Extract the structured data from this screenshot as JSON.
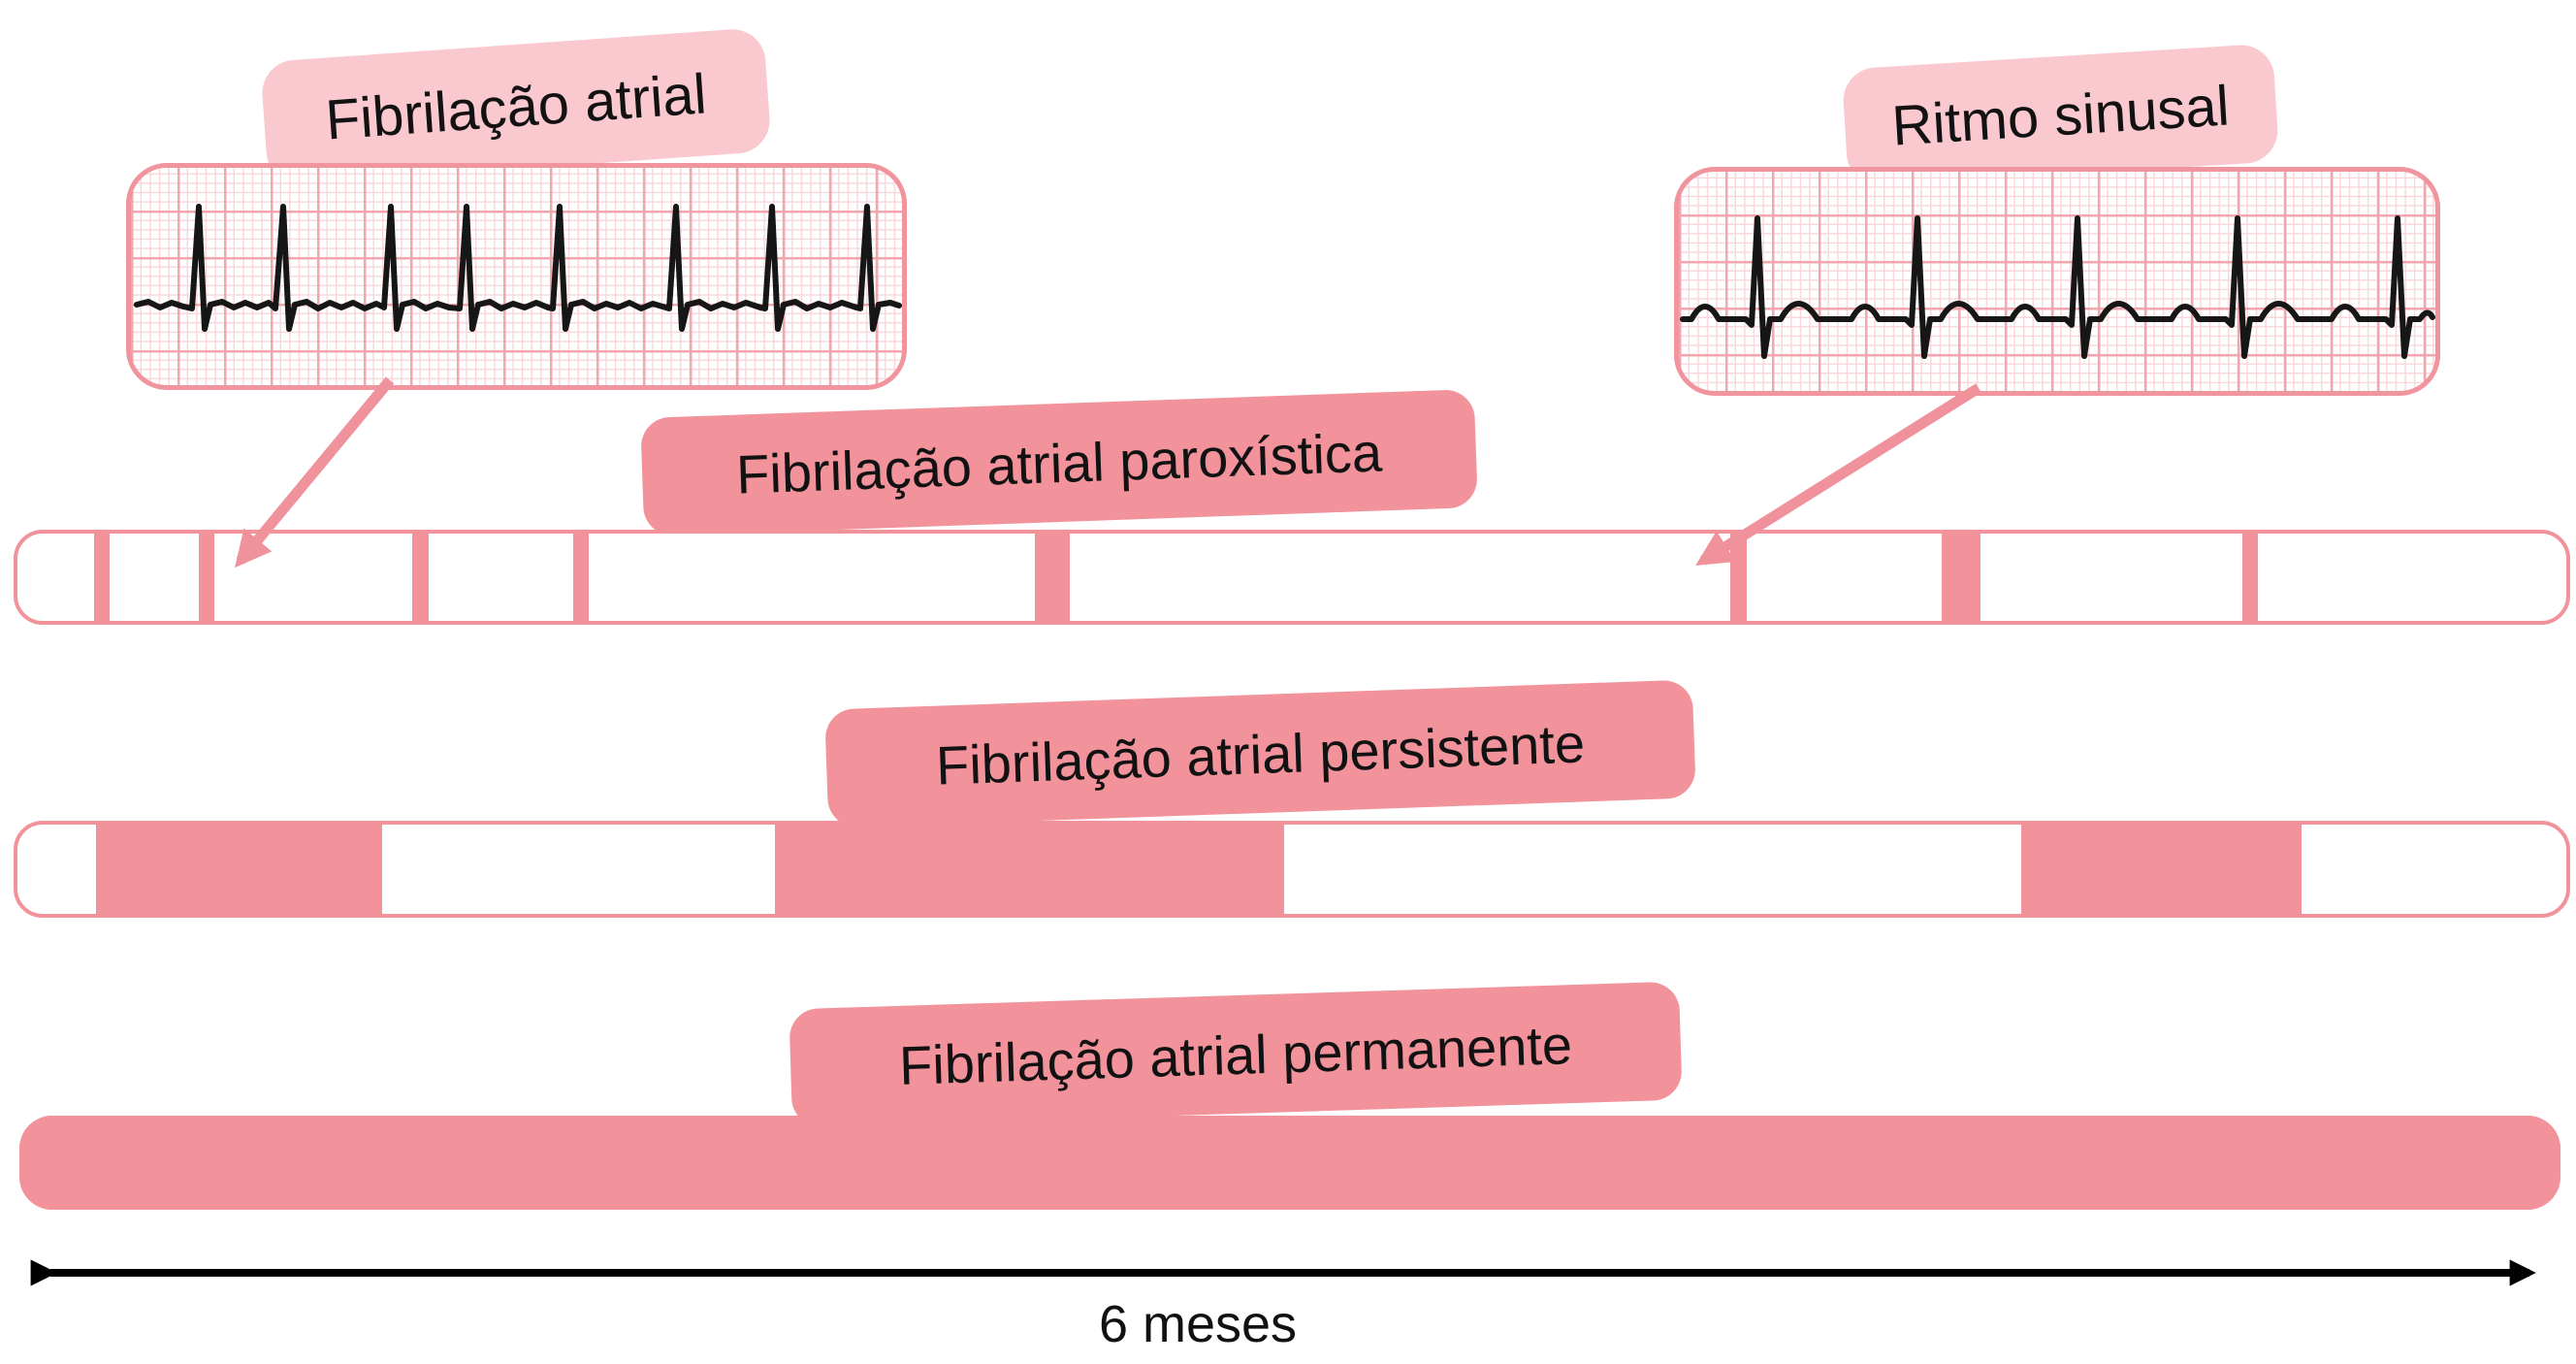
{
  "diagram_title_implied": "Tipos de fibrilação atrial (linha do tempo)",
  "labels": {
    "af_ecg": "Fibrilação atrial",
    "sinus_ecg": "Ritmo sinusal",
    "axis": "6 meses"
  },
  "ecg_strips": [
    {
      "id": "af",
      "caption": "Fibrilação atrial",
      "rhythm": "irregular narrow QRS, fibrillatory baseline"
    },
    {
      "id": "sinus",
      "caption": "Ritmo sinusal",
      "rhythm": "regular P-QRS-T complexes"
    }
  ],
  "timeline": {
    "axis_label": "6 meses",
    "rows": [
      {
        "id": "paroxistica",
        "label": "Fibrilação atrial paroxística",
        "style": "outlined",
        "segments": [
          {
            "left_pct": 3.0,
            "width_pct": 0.6
          },
          {
            "left_pct": 7.1,
            "width_pct": 0.62
          },
          {
            "left_pct": 15.5,
            "width_pct": 0.62
          },
          {
            "left_pct": 21.8,
            "width_pct": 0.62
          },
          {
            "left_pct": 39.9,
            "width_pct": 1.38
          },
          {
            "left_pct": 67.2,
            "width_pct": 0.66
          },
          {
            "left_pct": 75.5,
            "width_pct": 1.53
          },
          {
            "left_pct": 87.3,
            "width_pct": 0.6
          }
        ]
      },
      {
        "id": "persistente",
        "label": "Fibrilação atrial persistente",
        "style": "outlined",
        "segments": [
          {
            "left_pct": 3.1,
            "width_pct": 11.2
          },
          {
            "left_pct": 29.7,
            "width_pct": 20.0
          },
          {
            "left_pct": 78.6,
            "width_pct": 11.0
          }
        ]
      },
      {
        "id": "permanente",
        "label": "Fibrilação atrial permanente",
        "style": "filled",
        "segments": [
          {
            "left_pct": 0,
            "width_pct": 100
          }
        ]
      }
    ]
  },
  "colors": {
    "salmon": "#f2939c",
    "light_pink": "#f9c9cf",
    "ecg_border": "#f0949e",
    "ecg_grid_major": "#f2a6ae",
    "ecg_grid_minor": "#f8d8db",
    "trace_black": "#161616",
    "axis_black": "#000000"
  }
}
